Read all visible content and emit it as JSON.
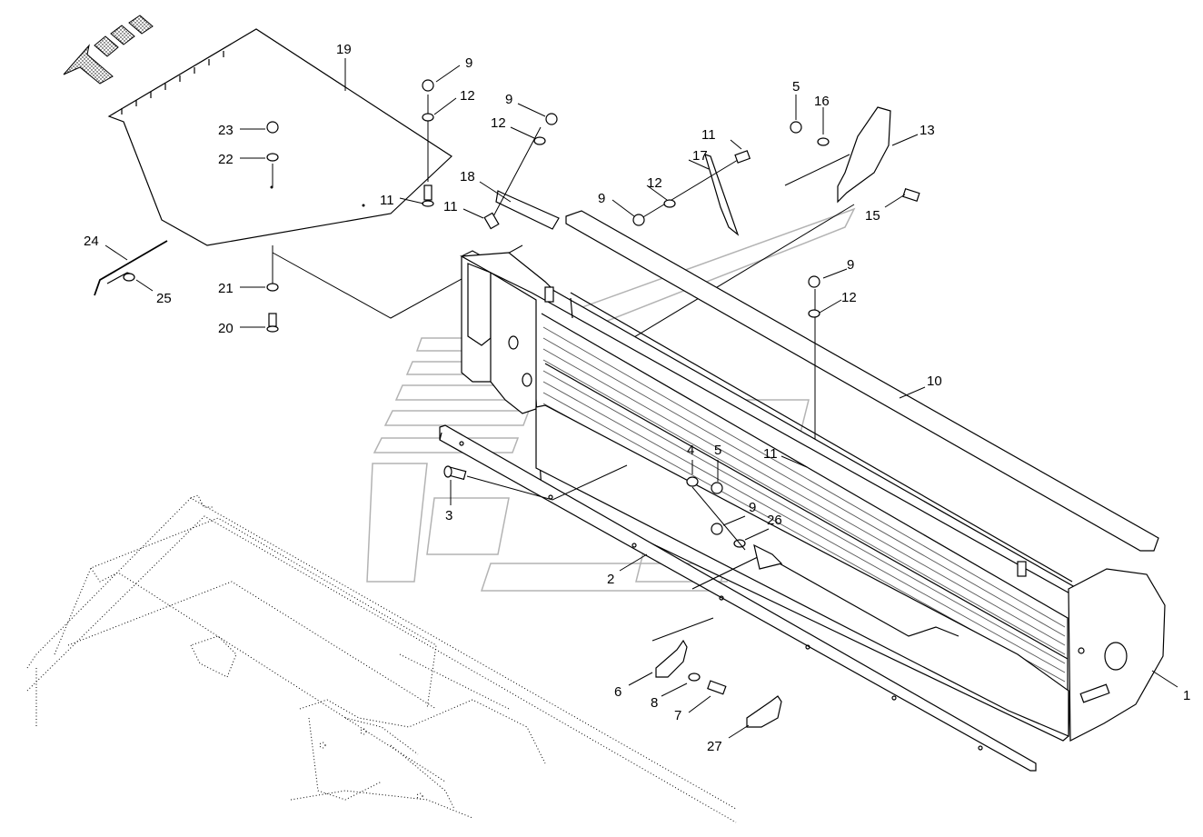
{
  "diagram": {
    "callouts": [
      {
        "id": "c1",
        "label": "1"
      },
      {
        "id": "c2",
        "label": "2"
      },
      {
        "id": "c3",
        "label": "3"
      },
      {
        "id": "c4",
        "label": "4"
      },
      {
        "id": "c5a",
        "label": "5"
      },
      {
        "id": "c5b",
        "label": "5"
      },
      {
        "id": "c6",
        "label": "6"
      },
      {
        "id": "c7",
        "label": "7"
      },
      {
        "id": "c8",
        "label": "8"
      },
      {
        "id": "c9a",
        "label": "9"
      },
      {
        "id": "c9b",
        "label": "9"
      },
      {
        "id": "c9c",
        "label": "9"
      },
      {
        "id": "c9d",
        "label": "9"
      },
      {
        "id": "c9e",
        "label": "9"
      },
      {
        "id": "c10",
        "label": "10"
      },
      {
        "id": "c11a",
        "label": "11"
      },
      {
        "id": "c11b",
        "label": "11"
      },
      {
        "id": "c11c",
        "label": "11"
      },
      {
        "id": "c11d",
        "label": "11"
      },
      {
        "id": "c12a",
        "label": "12"
      },
      {
        "id": "c12b",
        "label": "12"
      },
      {
        "id": "c12c",
        "label": "12"
      },
      {
        "id": "c12d",
        "label": "12"
      },
      {
        "id": "c13",
        "label": "13"
      },
      {
        "id": "c15",
        "label": "15"
      },
      {
        "id": "c16",
        "label": "16"
      },
      {
        "id": "c17",
        "label": "17"
      },
      {
        "id": "c18",
        "label": "18"
      },
      {
        "id": "c19",
        "label": "19"
      },
      {
        "id": "c20",
        "label": "20"
      },
      {
        "id": "c21",
        "label": "21"
      },
      {
        "id": "c22",
        "label": "22"
      },
      {
        "id": "c23",
        "label": "23"
      },
      {
        "id": "c24",
        "label": "24"
      },
      {
        "id": "c25",
        "label": "25"
      },
      {
        "id": "c26",
        "label": "26"
      },
      {
        "id": "c27",
        "label": "27"
      }
    ]
  }
}
